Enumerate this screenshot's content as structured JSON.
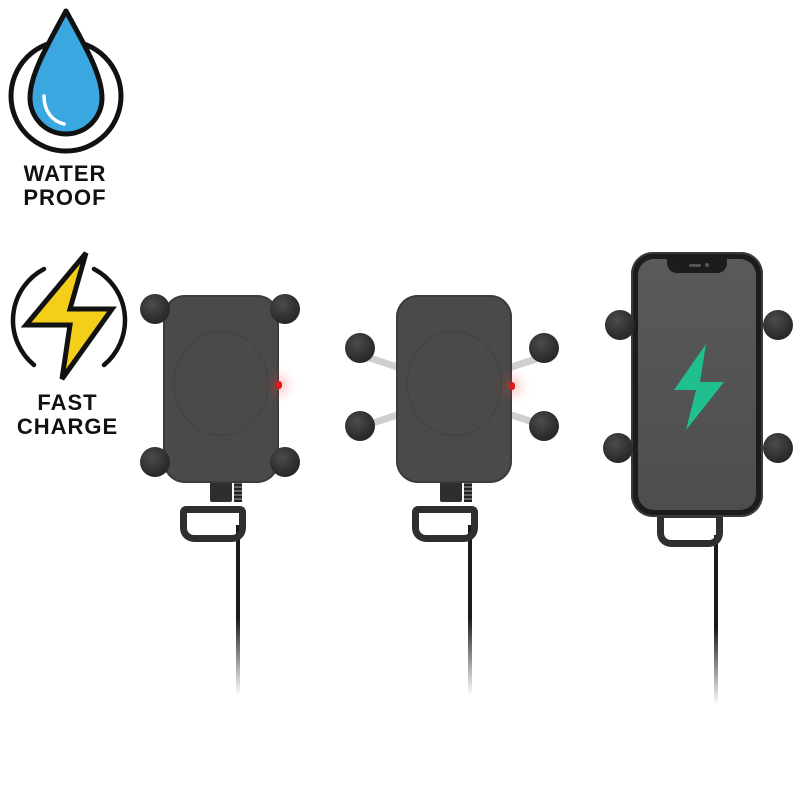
{
  "badges": [
    {
      "id": "waterproof",
      "icon": "water-drop-icon",
      "label_line1": "WATER",
      "label_line2": "PROOF",
      "color": "#3aa7e0"
    },
    {
      "id": "fast-charge",
      "icon": "lightning-bolt-icon",
      "label_line1": "FAST",
      "label_line2": "CHARGE",
      "color": "#f4cf1a"
    }
  ],
  "products": [
    {
      "id": "charger-closed",
      "view": "arms closed",
      "led": "red"
    },
    {
      "id": "charger-open",
      "view": "arms extended",
      "led": "red"
    },
    {
      "id": "charger-with-phone",
      "view": "holding phone",
      "screen_icon": "lightning-bolt-icon",
      "screen_icon_color": "#1fbf8f"
    }
  ],
  "colors": {
    "pad": "#4a4a4a",
    "ball": "#2f2f2f",
    "arm": "#cfcfcf",
    "led": "#e01818",
    "background": "#ffffff"
  }
}
